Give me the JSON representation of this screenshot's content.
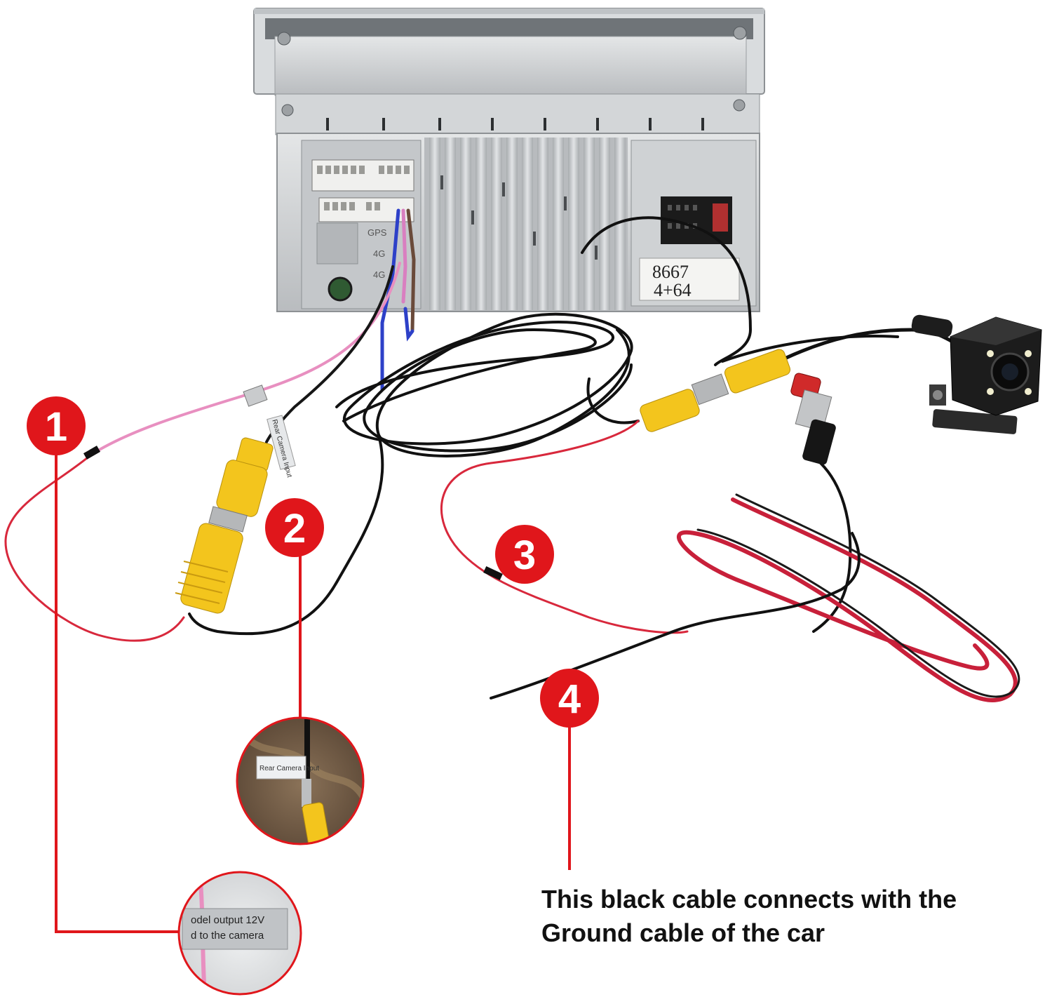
{
  "colors": {
    "callout_red": "#e0161b",
    "pink_wire": "#e88fc0",
    "red_wire": "#d8283c",
    "black_wire": "#161616",
    "rca_yellow": "#f3c51d",
    "unit_silver": "#c9ccce"
  },
  "unit": {
    "model_line1": "8667",
    "model_line2": "4+64",
    "port_labels": [
      "GPS",
      "4G",
      "4G"
    ]
  },
  "callouts": [
    {
      "number": "1"
    },
    {
      "number": "2"
    },
    {
      "number": "3"
    },
    {
      "number": "4"
    }
  ],
  "cable_tag": "Rear Camera Input",
  "inset_camera_input": {
    "tag_text": "Rear Camera Input"
  },
  "inset_12v": {
    "line1": "odel output 12V",
    "line2": "d to the camera"
  },
  "caption": {
    "line1": "This black cable connects with the",
    "line2": "Ground cable of the car"
  }
}
